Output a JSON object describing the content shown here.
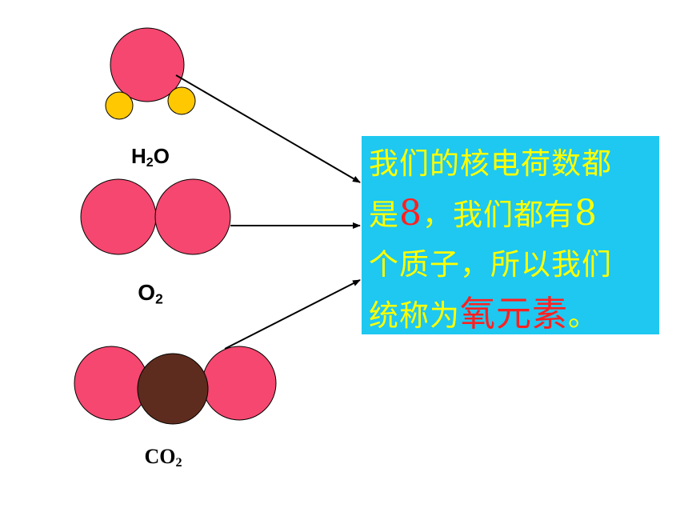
{
  "molecules": {
    "h2o": {
      "symbol_1": "H",
      "sub_1": "2",
      "symbol_2": "O"
    },
    "o2": {
      "symbol_1": "O",
      "sub_1": "2"
    },
    "co2": {
      "symbol_1": "CO",
      "sub_1": "2"
    }
  },
  "info_box": {
    "line1": "我们的核电荷数都",
    "line2_a": "是",
    "line2_num": "8",
    "line2_b": "，我们都有",
    "line2_num2": "8",
    "line3": "个质子，所以我们",
    "line4_a": "统称为",
    "line4_highlight": "氧元素",
    "line4_end": "。"
  },
  "colors": {
    "oxygen_atom": "#f5476f",
    "hydrogen_atom": "#ffc800",
    "carbon_atom": "#5e2c1e",
    "box_background": "#1ec8f0",
    "box_text": "#ffff00",
    "highlight_text": "#ff2020"
  }
}
